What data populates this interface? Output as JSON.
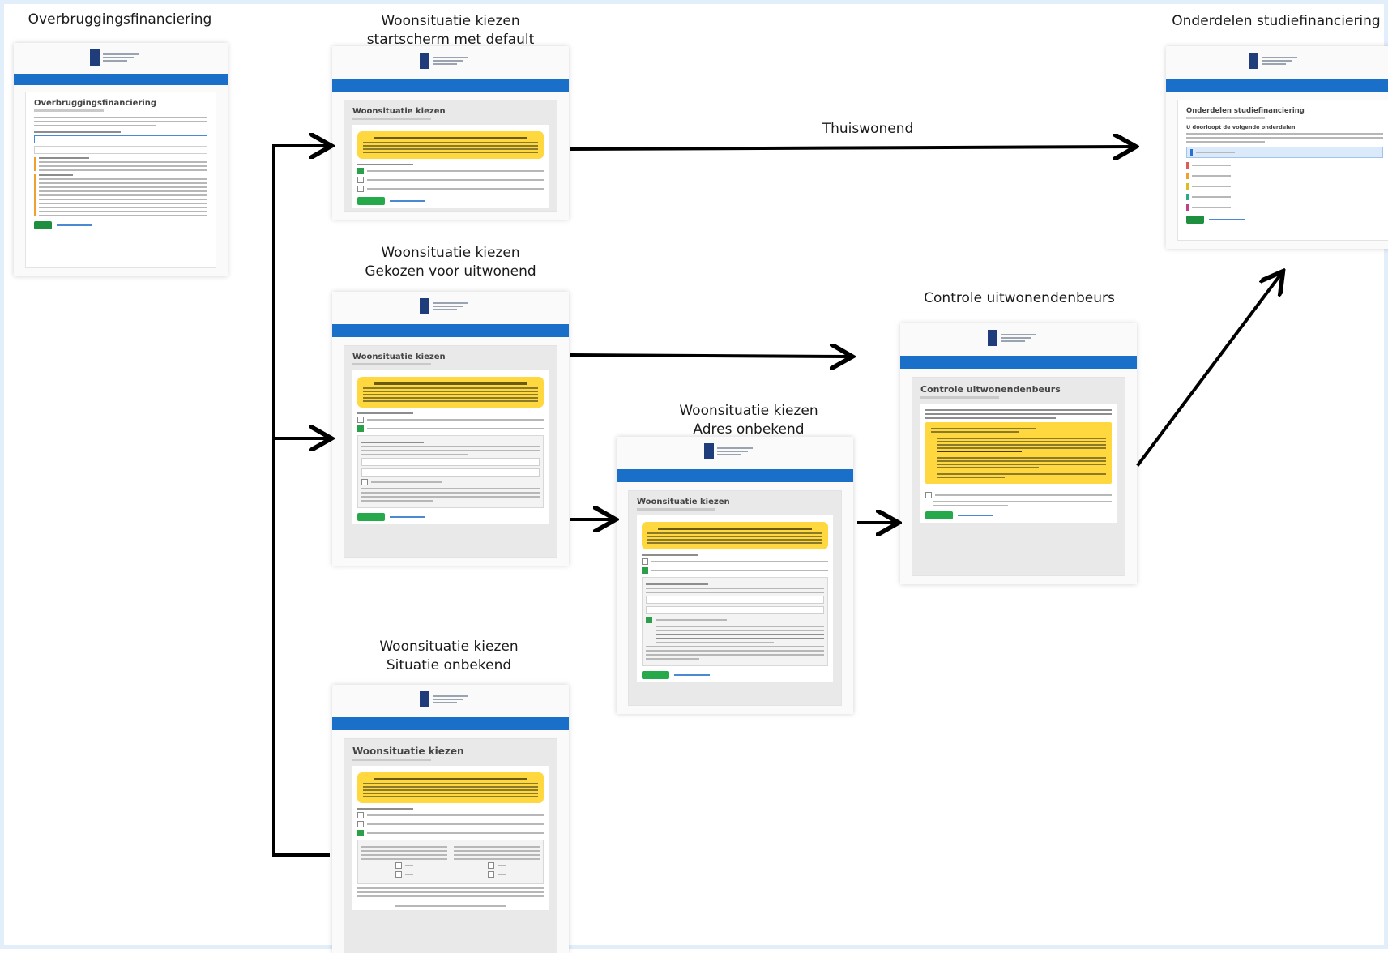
{
  "captions": {
    "overbrugging": "Overbruggingsfinanciering",
    "start_1": "Woonsituatie kiezen",
    "start_2": "startscherm met default",
    "uitwonend_1": "Woonsituatie kiezen",
    "uitwonend_2": "Gekozen voor uitwonend",
    "situatie_1": "Woonsituatie kiezen",
    "situatie_2": "Situatie onbekend",
    "adres_1": "Woonsituatie kiezen",
    "adres_2": "Adres onbekend",
    "controle": "Controle uitwonendenbeurs",
    "onderdelen": "Onderdelen studiefinanciering",
    "thuiswonend": "Thuiswonend"
  },
  "screens": {
    "overbrugging_title": "Overbruggingsfinanciering",
    "woonsituatie_title": "Woonsituatie kiezen",
    "controle_title": "Controle uitwonendenbeurs",
    "onderdelen_title": "Onderdelen studiefinanciering",
    "onderdelen_subtitle": "U doorloopt de volgende onderdelen",
    "step_colors": [
      "#2b6fd6",
      "#e05a5a",
      "#f0a030",
      "#d8c020",
      "#2baa88",
      "#c0408a"
    ]
  },
  "colors": {
    "header_blue": "#1a6fc9",
    "notice_yellow": "#ffd83f",
    "button_green": "#25a94b"
  }
}
